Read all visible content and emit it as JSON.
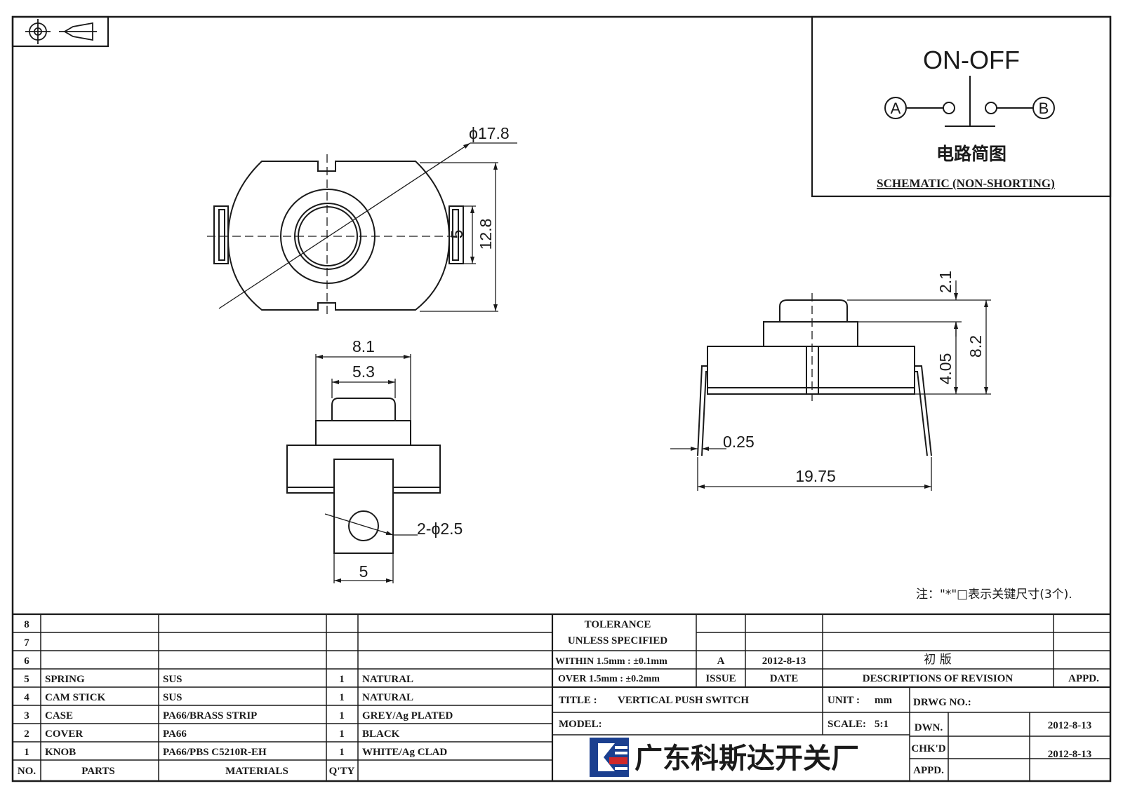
{
  "corner_symbol": {
    "label": "third-angle-projection-symbol"
  },
  "schematic": {
    "title": "ON-OFF",
    "terminal_a": "A",
    "terminal_b": "B",
    "caption_cn": "电路简图",
    "caption_en": "SCHEMATIC (NON-SHORTING)"
  },
  "dimensions": {
    "diameter_body": "ϕ17.8",
    "height_12_8": "12.8",
    "slot_5": "5",
    "width_8_1": "8.1",
    "width_5_3": "5.3",
    "hole": "2-ϕ2.5",
    "tab_5": "5",
    "knob_2_1": "2.1",
    "total_8_2": "8.2",
    "body_4_05": "4.05",
    "pin_0_25": "0.25",
    "pin_span": "19.75"
  },
  "note": "注：\"*\"□表示关键尺寸(3个).",
  "bom": {
    "header": {
      "no": "NO.",
      "parts": "PARTS",
      "materials": "MATERIALS",
      "qty": "Q'TY"
    },
    "rows": [
      {
        "no": "8",
        "part": "",
        "material": "",
        "qty": "",
        "finish": ""
      },
      {
        "no": "7",
        "part": "",
        "material": "",
        "qty": "",
        "finish": ""
      },
      {
        "no": "6",
        "part": "",
        "material": "",
        "qty": "",
        "finish": ""
      },
      {
        "no": "5",
        "part": "SPRING",
        "material": "SUS",
        "qty": "1",
        "finish": "NATURAL"
      },
      {
        "no": "4",
        "part": "CAM STICK",
        "material": "SUS",
        "qty": "1",
        "finish": "NATURAL"
      },
      {
        "no": "3",
        "part": "CASE",
        "material": "PA66/BRASS STRIP",
        "qty": "1",
        "finish": "GREY/Ag PLATED"
      },
      {
        "no": "2",
        "part": "COVER",
        "material": "PA66",
        "qty": "1",
        "finish": "BLACK"
      },
      {
        "no": "1",
        "part": "KNOB",
        "material": "PA66/PBS C5210R-EH",
        "qty": "1",
        "finish": "WHITE/Ag CLAD"
      }
    ]
  },
  "tolerance": {
    "line1": "TOLERANCE",
    "line2": "UNLESS  SPECIFIED",
    "line3": "WITHIN 1.5mm : ±0.1mm",
    "line4": "OVER 1.5mm : ±0.2mm"
  },
  "revision": {
    "issue": "A",
    "date": "2012-8-13",
    "description": "初  版",
    "issue_label": "ISSUE",
    "date_label": "DATE",
    "desc_label": "DESCRIPTIONS  OF  REVISION",
    "appd_label": "APPD."
  },
  "titleblock": {
    "title_label": "TITLE :",
    "title": "VERTICAL  PUSH  SWITCH",
    "unit_label": "UNIT :",
    "unit": "mm",
    "drwg_label": "DRWG  NO.:",
    "model_label": "MODEL:",
    "scale_label": "SCALE:",
    "scale": "5:1",
    "dwn_label": "DWN.",
    "dwn_date": "2012-8-13",
    "chkd_label": "CHK'D",
    "chkd_date": "2012-8-13",
    "appd_label": "APPD.",
    "company": "广东科斯达开关厂"
  },
  "colors": {
    "line": "#1a1a1a",
    "logo_blue": "#1b3f8f",
    "logo_red": "#d0282a"
  }
}
